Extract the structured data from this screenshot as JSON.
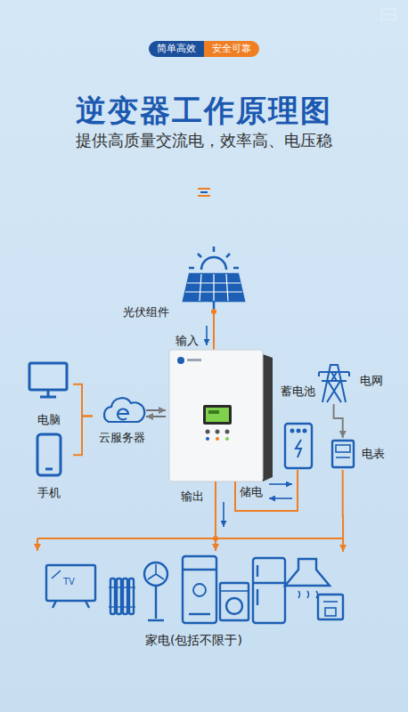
{
  "diagram": {
    "title": "逆变器工作原理图",
    "nodes": [
      {
        "text": [
          "简单高效"
        ]
      },
      {
        "text": [
          "安全可靠"
        ]
      },
      {
        "text": [
          "光伏组件"
        ]
      },
      {
        "text": [
          "电脑"
        ]
      },
      {
        "text": [
          "手机"
        ]
      },
      {
        "text": [
          "云服务器"
        ]
      },
      {
        "text": [
          "电网"
        ]
      },
      {
        "text": [
          "蓄电池"
        ]
      },
      {
        "text": [
          "电表"
        ]
      },
      {
        "text": [
          "家电(包括不限于)"
        ]
      }
    ],
    "edges": [
      {
        "from": 3,
        "to": 5,
        "arrow": "none"
      },
      {
        "from": 4,
        "to": 5,
        "arrow": "none"
      },
      {
        "from": 6,
        "to": 8,
        "arrow": "to"
      },
      {
        "from": 8,
        "to": 9,
        "arrow": "to"
      }
    ],
    "labels": [
      "提供高质量交流电，效率高、电压稳",
      "输入",
      "输出",
      "储电",
      "TV"
    ]
  }
}
